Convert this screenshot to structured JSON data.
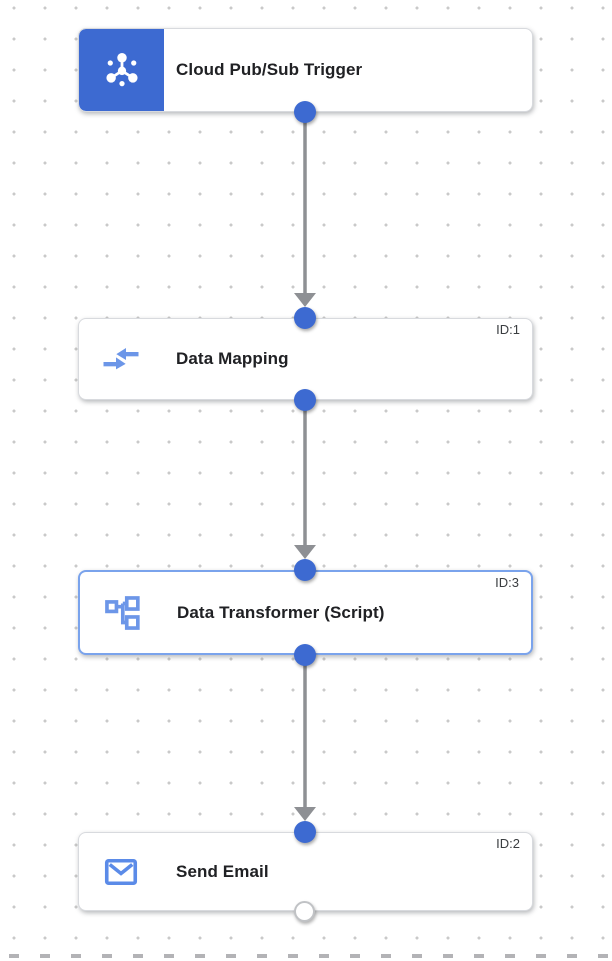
{
  "canvas": {
    "background_color": "#ffffff",
    "grid_dot_color": "#c9c9c9",
    "accent_blue": "#3d6ad1",
    "icon_blue": "#6c96e8",
    "selected_border_blue": "#7aa3ec",
    "edge_gray": "#8e9094"
  },
  "nodes": [
    {
      "title": "Cloud Pub/Sub Trigger",
      "id_label": "",
      "icon": "pubsub-icon",
      "kind": "trigger",
      "selected": false
    },
    {
      "title": "Data Mapping",
      "id_label": "ID:1",
      "icon": "data-mapping-icon",
      "kind": "task",
      "selected": false
    },
    {
      "title": "Data Transformer (Script)",
      "id_label": "ID:3",
      "icon": "data-transformer-icon",
      "kind": "task",
      "selected": true
    },
    {
      "title": "Send Email",
      "id_label": "ID:2",
      "icon": "email-icon",
      "kind": "task",
      "selected": false
    }
  ],
  "edges": [
    {
      "from": "Cloud Pub/Sub Trigger",
      "to": "Data Mapping"
    },
    {
      "from": "Data Mapping",
      "to": "Data Transformer (Script)"
    },
    {
      "from": "Data Transformer (Script)",
      "to": "Send Email"
    }
  ]
}
